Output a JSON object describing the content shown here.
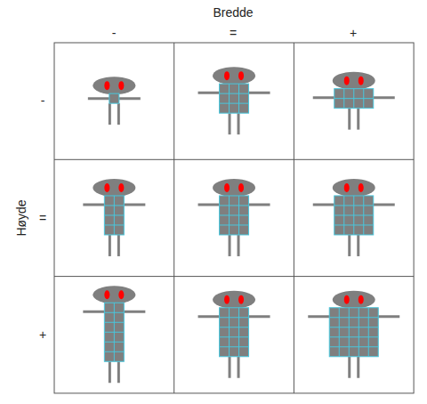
{
  "diagram": {
    "labels": [
      "Bredde",
      "-",
      "=",
      "+",
      "Høyde",
      "-",
      "=",
      "+"
    ]
  }
}
